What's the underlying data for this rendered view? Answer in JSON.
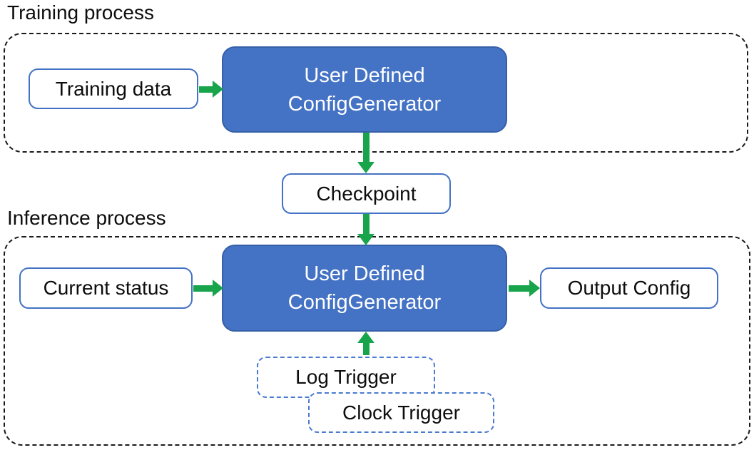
{
  "colors": {
    "box_blue_fill": "#4472C4",
    "box_blue_border": "#3560A8",
    "outline_blue": "#4472C4",
    "trigger_dash_blue": "#4A7AD0",
    "arrow_green": "#17A44B",
    "container_dash_black": "#1A1A1A",
    "text_black": "#0D0D0D",
    "text_white": "#FFFFFF"
  },
  "training_section": {
    "label": "Training process",
    "training_data_box": "Training data",
    "generator_box": {
      "line1": "User Defined",
      "line2": "ConfigGenerator"
    }
  },
  "checkpoint_box": "Checkpoint",
  "inference_section": {
    "label": "Inference process",
    "current_status_box": "Current status",
    "generator_box": {
      "line1": "User Defined",
      "line2": "ConfigGenerator"
    },
    "output_config_box": "Output Config",
    "log_trigger_box": "Log Trigger",
    "clock_trigger_box": "Clock Trigger"
  }
}
